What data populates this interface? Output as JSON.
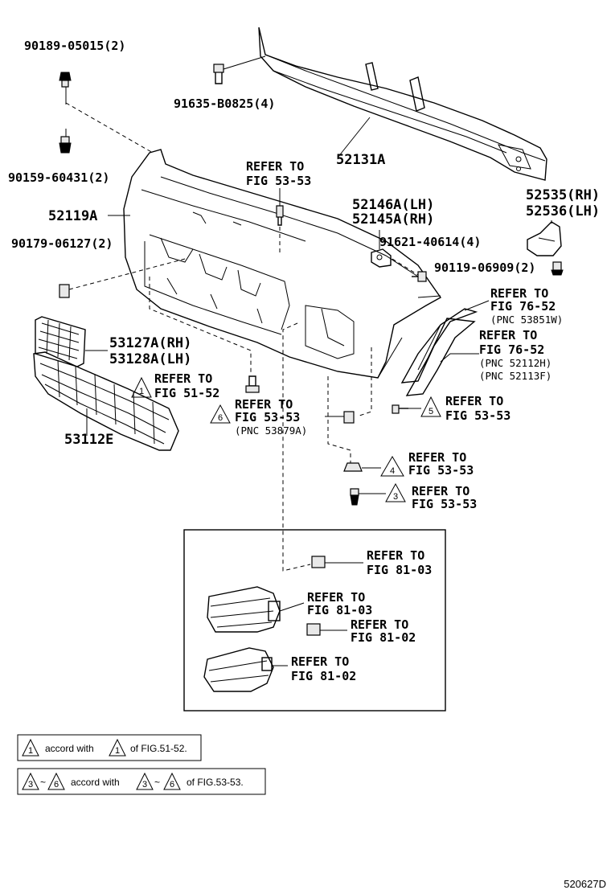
{
  "diagram_code": "520627D",
  "labels": {
    "p90189": "90189-05015(2)",
    "p91635": "91635-B0825(4)",
    "p90159": "90159-60431(2)",
    "p52131": "52131A",
    "p52119": "52119A",
    "p90179": "90179-06127(2)",
    "refer_5353_a_1": "REFER TO",
    "refer_5353_a_2": "FIG 53-53",
    "p52146": "52146A(LH)",
    "p52145": "52145A(RH)",
    "p52535": "52535(RH)",
    "p52536": "52536(LH)",
    "p91621": "91621-40614(4)",
    "p90119": "90119-06909(2)",
    "refer_7652_a_1": "REFER TO",
    "refer_7652_a_2": "FIG 76-52",
    "refer_7652_a_3": "(PNC 53851W)",
    "refer_7652_b_1": "REFER TO",
    "refer_7652_b_2": "FIG 76-52",
    "refer_7652_b_3": "(PNC 52112H)",
    "refer_7652_b_4": "(PNC 52113F)",
    "p53127": "53127A(RH)",
    "p53128": "53128A(LH)",
    "refer_5152_1": "REFER TO",
    "refer_5152_2": "FIG 51-52",
    "tri_1": "1",
    "refer_5353_6_1": "REFER TO",
    "refer_5353_6_2": "FIG 53-53",
    "refer_5353_6_3": "(PNC 53879A)",
    "tri_6": "6",
    "refer_5353_5_1": "REFER TO",
    "refer_5353_5_2": "FIG 53-53",
    "tri_5": "5",
    "p53112": "53112E",
    "refer_5353_4_1": "REFER TO",
    "refer_5353_4_2": "FIG 53-53",
    "tri_4": "4",
    "refer_5353_3_1": "REFER TO",
    "refer_5353_3_2": "FIG 53-53",
    "tri_3": "3",
    "refer_8103_a_1": "REFER TO",
    "refer_8103_a_2": "FIG 81-03",
    "refer_8103_b_1": "REFER TO",
    "refer_8103_b_2": "FIG 81-03",
    "refer_8102_a_1": "REFER TO",
    "refer_8102_a_2": "FIG 81-02",
    "refer_8102_b_1": "REFER TO",
    "refer_8102_b_2": "FIG 81-02"
  },
  "notes": {
    "note1_tri_a": "1",
    "note1_mid": "accord with",
    "note1_tri_b": "1",
    "note1_end": "of FIG.51-52.",
    "note2_tri_a": "3",
    "note2_tilde_a": "~",
    "note2_tri_b": "6",
    "note2_mid": "accord with",
    "note2_tri_c": "3",
    "note2_tilde_b": "~",
    "note2_tri_d": "6",
    "note2_end": "of FIG.53-53."
  }
}
